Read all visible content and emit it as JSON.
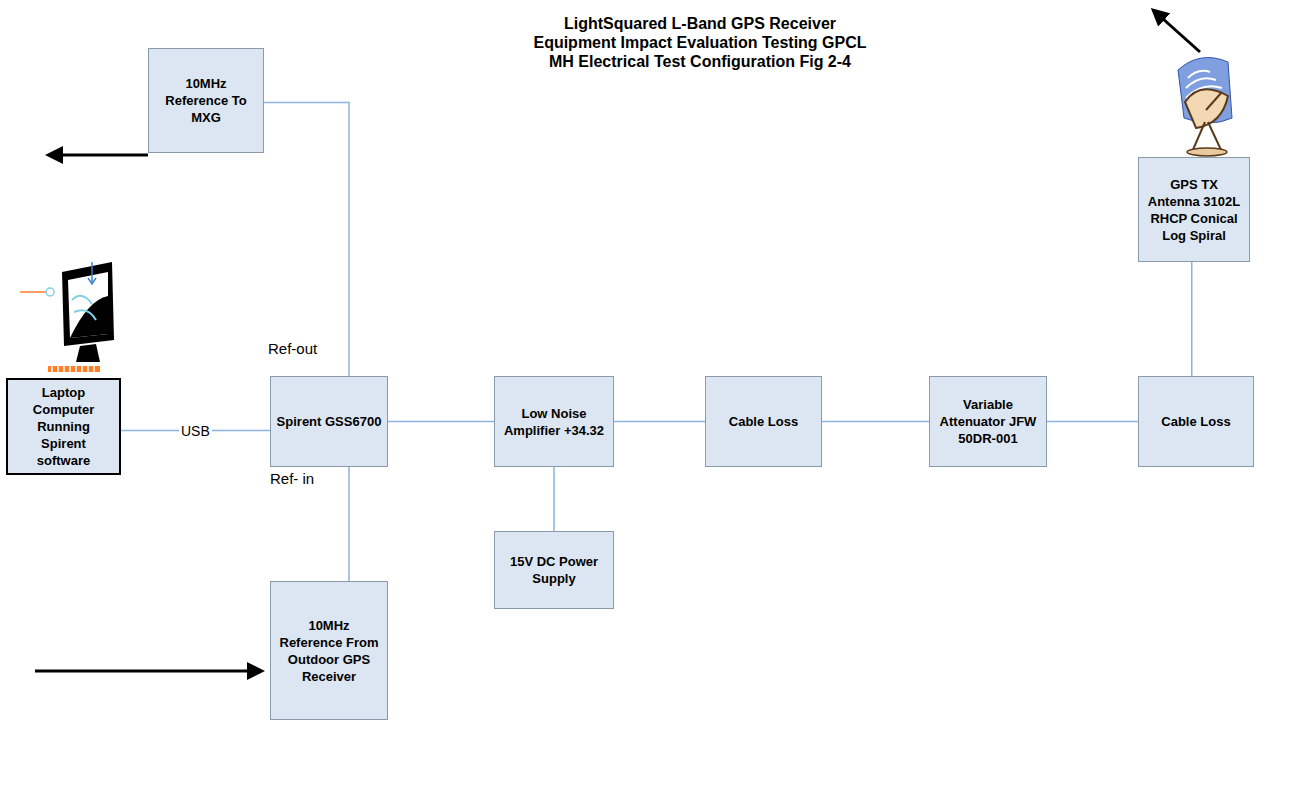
{
  "diagram": {
    "title": "LightSquared L-Band GPS Receiver Equipment Impact Evaluation Testing GPCL MH Electrical Test Configuration Fig 2-4",
    "nodes": [
      {
        "text": [
          "10MHz Reference To MXG"
        ]
      },
      {
        "text": [
          "GPS TX Antenna 3102L RHCP Conical Log Spiral"
        ]
      },
      {
        "text": [
          "Laptop Computer Running Spirent software"
        ]
      },
      {
        "text": [
          "Spirent GSS6700"
        ]
      },
      {
        "text": [
          "Low Noise Amplifier +34.32"
        ]
      },
      {
        "text": [
          "Cable Loss"
        ]
      },
      {
        "text": [
          "Variable Attenuator JFW 50DR-001"
        ]
      },
      {
        "text": [
          "Cable Loss"
        ]
      },
      {
        "text": [
          "15V DC Power Supply"
        ]
      },
      {
        "text": [
          "10MHz Reference From Outdoor GPS Receiver"
        ]
      }
    ],
    "edges": [
      {
        "from": 3,
        "to": 0,
        "arrow": "none"
      },
      {
        "from": 2,
        "to": 3,
        "label": "USB",
        "arrow": "none"
      },
      {
        "from": 3,
        "to": 4,
        "arrow": "none"
      },
      {
        "from": 4,
        "to": 5,
        "arrow": "none"
      },
      {
        "from": 5,
        "to": 6,
        "arrow": "none"
      },
      {
        "from": 6,
        "to": 7,
        "arrow": "none"
      },
      {
        "from": 7,
        "to": 1,
        "arrow": "none"
      },
      {
        "from": 4,
        "to": 8,
        "arrow": "none"
      },
      {
        "from": 9,
        "to": 3,
        "arrow": "none"
      }
    ],
    "labels": [
      "Ref-out",
      "Ref- in"
    ]
  }
}
